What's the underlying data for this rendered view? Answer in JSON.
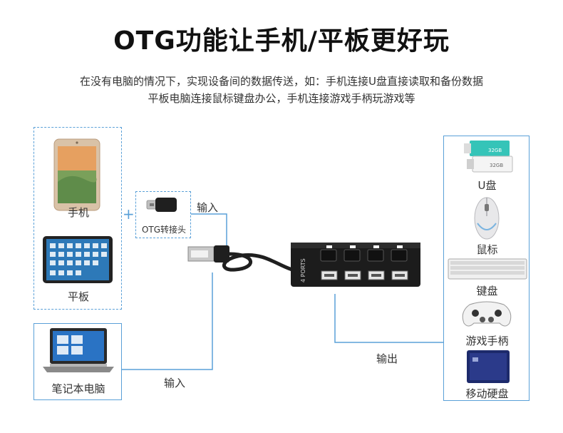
{
  "title": "OTG功能让手机/平板更好玩",
  "description": {
    "line1": "在没有电脑的情况下，实现设备间的数据传送，如：手机连接U盘直接读取和备份数据",
    "line2": "平板电脑连接鼠标键盘办公，手机连接游戏手柄玩游戏等"
  },
  "left_devices": {
    "phone": "手机",
    "tablet": "平板",
    "plus": "+"
  },
  "adapter": {
    "label": "OTG转接头"
  },
  "computer": {
    "label": "笔记本电脑"
  },
  "flows": {
    "input_top": "输入",
    "input_bottom": "输入",
    "output": "输出"
  },
  "hub": {
    "brand": "4 PORTS"
  },
  "right_devices": {
    "udisk": "U盘",
    "udisk_capacity": "32GB",
    "mouse": "鼠标",
    "keyboard": "键盘",
    "gamepad": "游戏手柄",
    "hdd": "移动硬盘"
  },
  "colors": {
    "line": "#5aa0d8",
    "hub_body": "#1c1c1c",
    "title": "#111111"
  }
}
